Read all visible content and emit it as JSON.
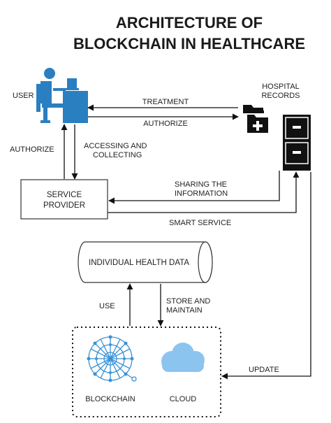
{
  "title": {
    "line1": "ARCHITECTURE OF",
    "line2": "BLOCKCHAIN IN HEALTHCARE"
  },
  "nodes": {
    "user": {
      "label": "USER",
      "icon": "user-at-desk-icon"
    },
    "hospital_records": {
      "label_line1": "HOSPITAL",
      "label_line2": "RECORDS",
      "icons": [
        "medical-folder-icon",
        "filing-cabinet-icon"
      ]
    },
    "service_provider": {
      "label_line1": "SERVICE",
      "label_line2": "PROVIDER"
    },
    "individual_health_data": {
      "label": "INDIVIDUAL HEALTH DATA",
      "shape": "cylinder"
    },
    "blockchain": {
      "label": "BLOCKCHAIN",
      "icon": "blockchain-network-icon"
    },
    "cloud": {
      "label": "CLOUD",
      "icon": "cloud-icon"
    }
  },
  "edges": {
    "treatment": "TREATMENT",
    "authorize_top": "AUTHORIZE",
    "authorize_left": "AUTHORIZE",
    "accessing_line1": "ACCESSING AND",
    "accessing_line2": "COLLECTING",
    "sharing_line1": "SHARING THE",
    "sharing_line2": "INFORMATION",
    "smart_service": "SMART SERVICE",
    "use": "USE",
    "store_line1": "STORE AND",
    "store_line2": "MAINTAIN",
    "update": "UPDATE"
  },
  "colors": {
    "user_blue": "#2a7fc0",
    "network_blue": "#3a92d4",
    "cloud_blue": "#8cc4f0",
    "dark": "#111111"
  }
}
